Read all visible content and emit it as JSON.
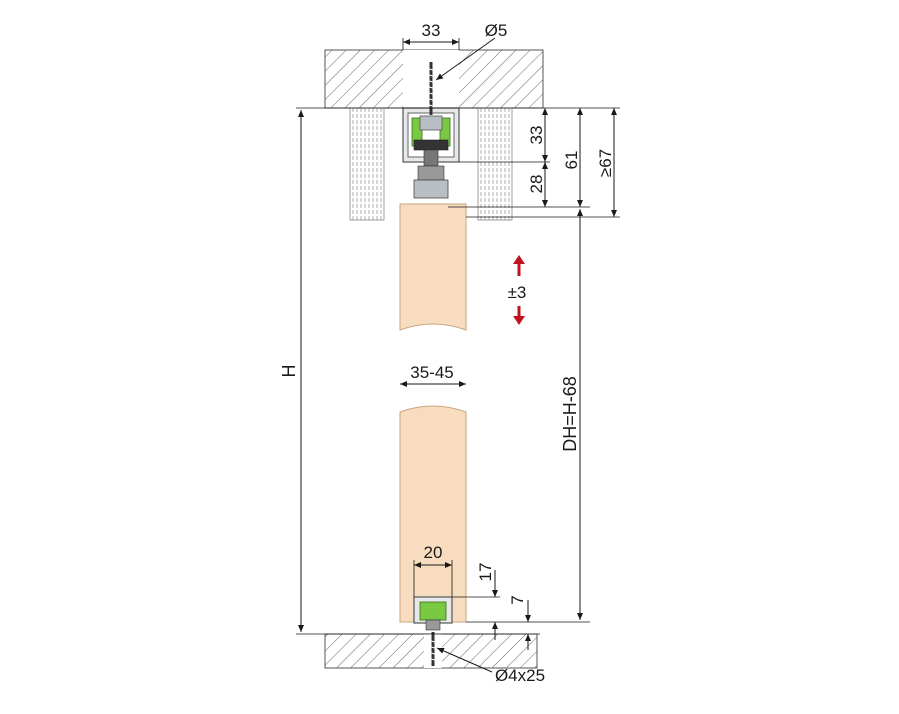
{
  "labels": {
    "top_width": "33",
    "screw_top": "Ø5",
    "h33": "33",
    "h28": "28",
    "h61": "61",
    "h67": "≥67",
    "adjust": "±3",
    "door_thickness": "35-45",
    "total_height": "H",
    "door_height": "DH=H-68",
    "guide_width": "20",
    "guide_17": "17",
    "guide_7": "7",
    "screw_bottom": "Ø4x25"
  },
  "colors": {
    "wood": "#f7dcbf",
    "green": "#7ac943",
    "metal": "#b9bfc4",
    "arrow_red": "#c1121f",
    "hatch": "#555555"
  }
}
